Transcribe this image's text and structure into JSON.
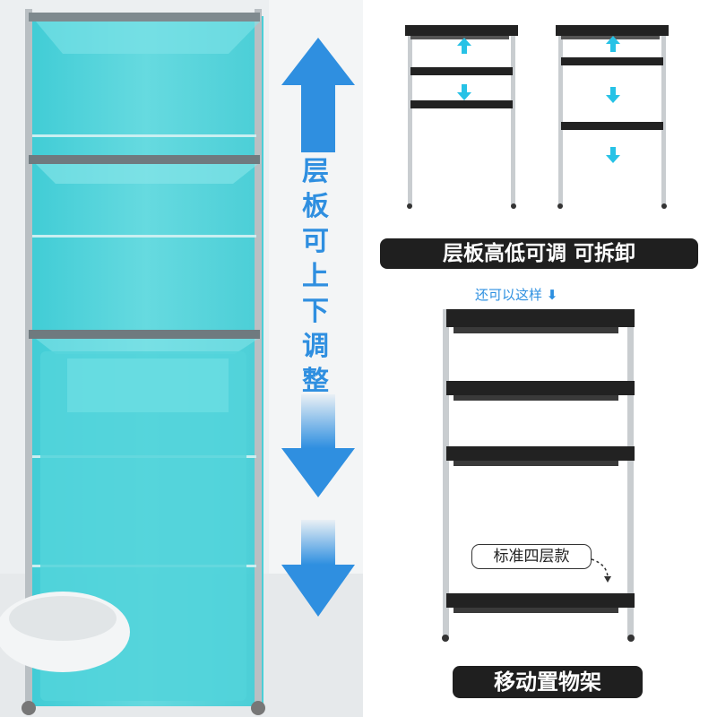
{
  "left_panel": {
    "vertical_caption": [
      "层",
      "板",
      "可",
      "上",
      "下",
      "调",
      "整"
    ]
  },
  "right_panel": {
    "adjust_banner": "层板高低可调 可拆卸",
    "hint_text": "还可以这样",
    "model_callout": "标准四层款",
    "bottom_banner": "移动置物架"
  },
  "colors": {
    "shelf_tint": "#46d3dc",
    "arrow_blue": "#2f8fe0",
    "banner_bg": "#1f1f1f",
    "shelf_board": "#222222",
    "frame_metal": "#c9cdd0",
    "diagram_arrow": "#27c2e6"
  }
}
